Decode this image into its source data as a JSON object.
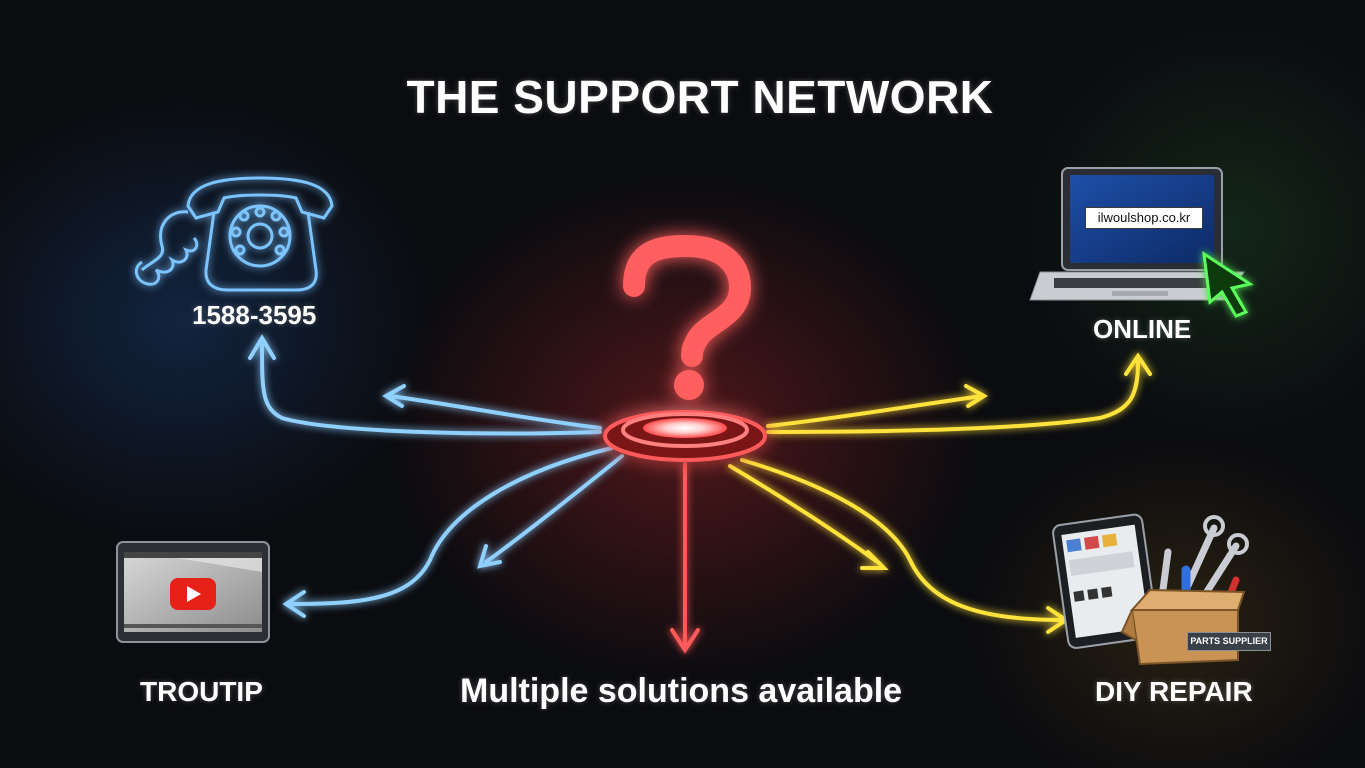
{
  "title": "THE SUPPORT NETWORK",
  "nodes": {
    "phone": {
      "label": "1588-3595",
      "icon": "rotary-phone-icon",
      "color": "#7cc4ff"
    },
    "online": {
      "label": "ONLINE",
      "url": "ilwoulshop.co.kr",
      "icon": "laptop-icon",
      "color": "#ffe23a"
    },
    "troutip": {
      "label": "TROUTIP",
      "icon": "video-tablet-icon",
      "color": "#7cc4ff"
    },
    "diy": {
      "label": "DIY REPAIR",
      "badge": "PARTS SUPPLIER",
      "icon": "tools-box-icon",
      "color": "#ffe23a"
    }
  },
  "center": {
    "icon": "question-mark-icon",
    "color": "#ff5252"
  },
  "tagline": "Multiple solutions available"
}
